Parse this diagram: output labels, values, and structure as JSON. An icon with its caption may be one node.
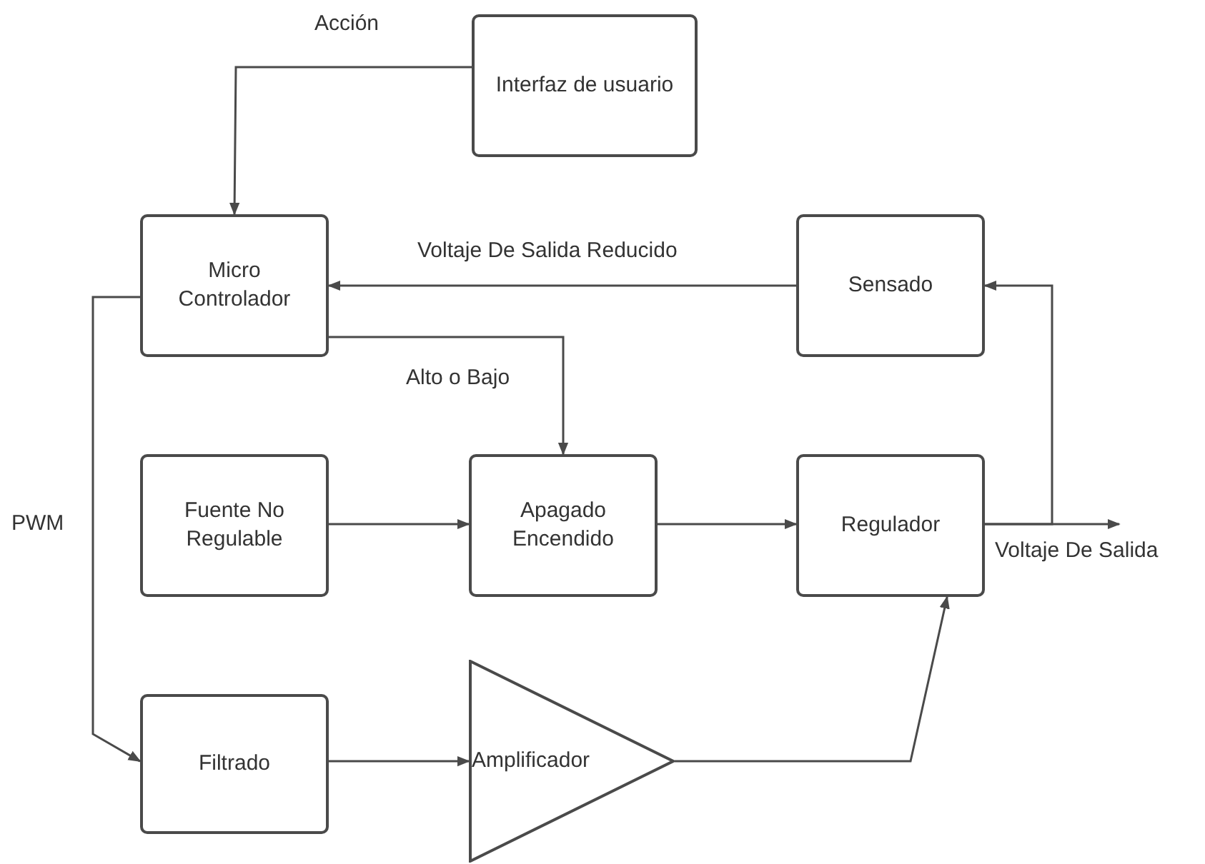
{
  "diagram": {
    "nodes": [
      {
        "text": [
          "Interfaz de usuario"
        ]
      },
      {
        "text": [
          "Micro Controlador"
        ]
      },
      {
        "text": [
          "Sensado"
        ]
      },
      {
        "text": [
          "Fuente No Regulable"
        ]
      },
      {
        "text": [
          "Apagado Encendido"
        ]
      },
      {
        "text": [
          "Regulador"
        ]
      },
      {
        "text": [
          "Filtrado"
        ]
      },
      {
        "text": [
          "Amplificador"
        ]
      }
    ],
    "edges": [
      {
        "from": 0,
        "to": 1,
        "arrow": "to",
        "label": "Acción"
      },
      {
        "from": 2,
        "to": 1,
        "arrow": "to",
        "label": "Voltaje De Salida Reducido"
      },
      {
        "from": 1,
        "to": 4,
        "arrow": "to",
        "label": "Alto o Bajo"
      },
      {
        "from": 1,
        "to": 6,
        "arrow": "to",
        "label": "PWM"
      },
      {
        "from": 3,
        "to": 4,
        "arrow": "to"
      },
      {
        "from": 4,
        "to": 5,
        "arrow": "to"
      },
      {
        "from": 5,
        "to": null,
        "arrow": "to",
        "label": "Voltaje De Salida"
      },
      {
        "from": 5,
        "to": 2,
        "arrow": "to"
      },
      {
        "from": 6,
        "to": 7,
        "arrow": "to"
      },
      {
        "from": 7,
        "to": 5,
        "arrow": "to"
      }
    ]
  }
}
